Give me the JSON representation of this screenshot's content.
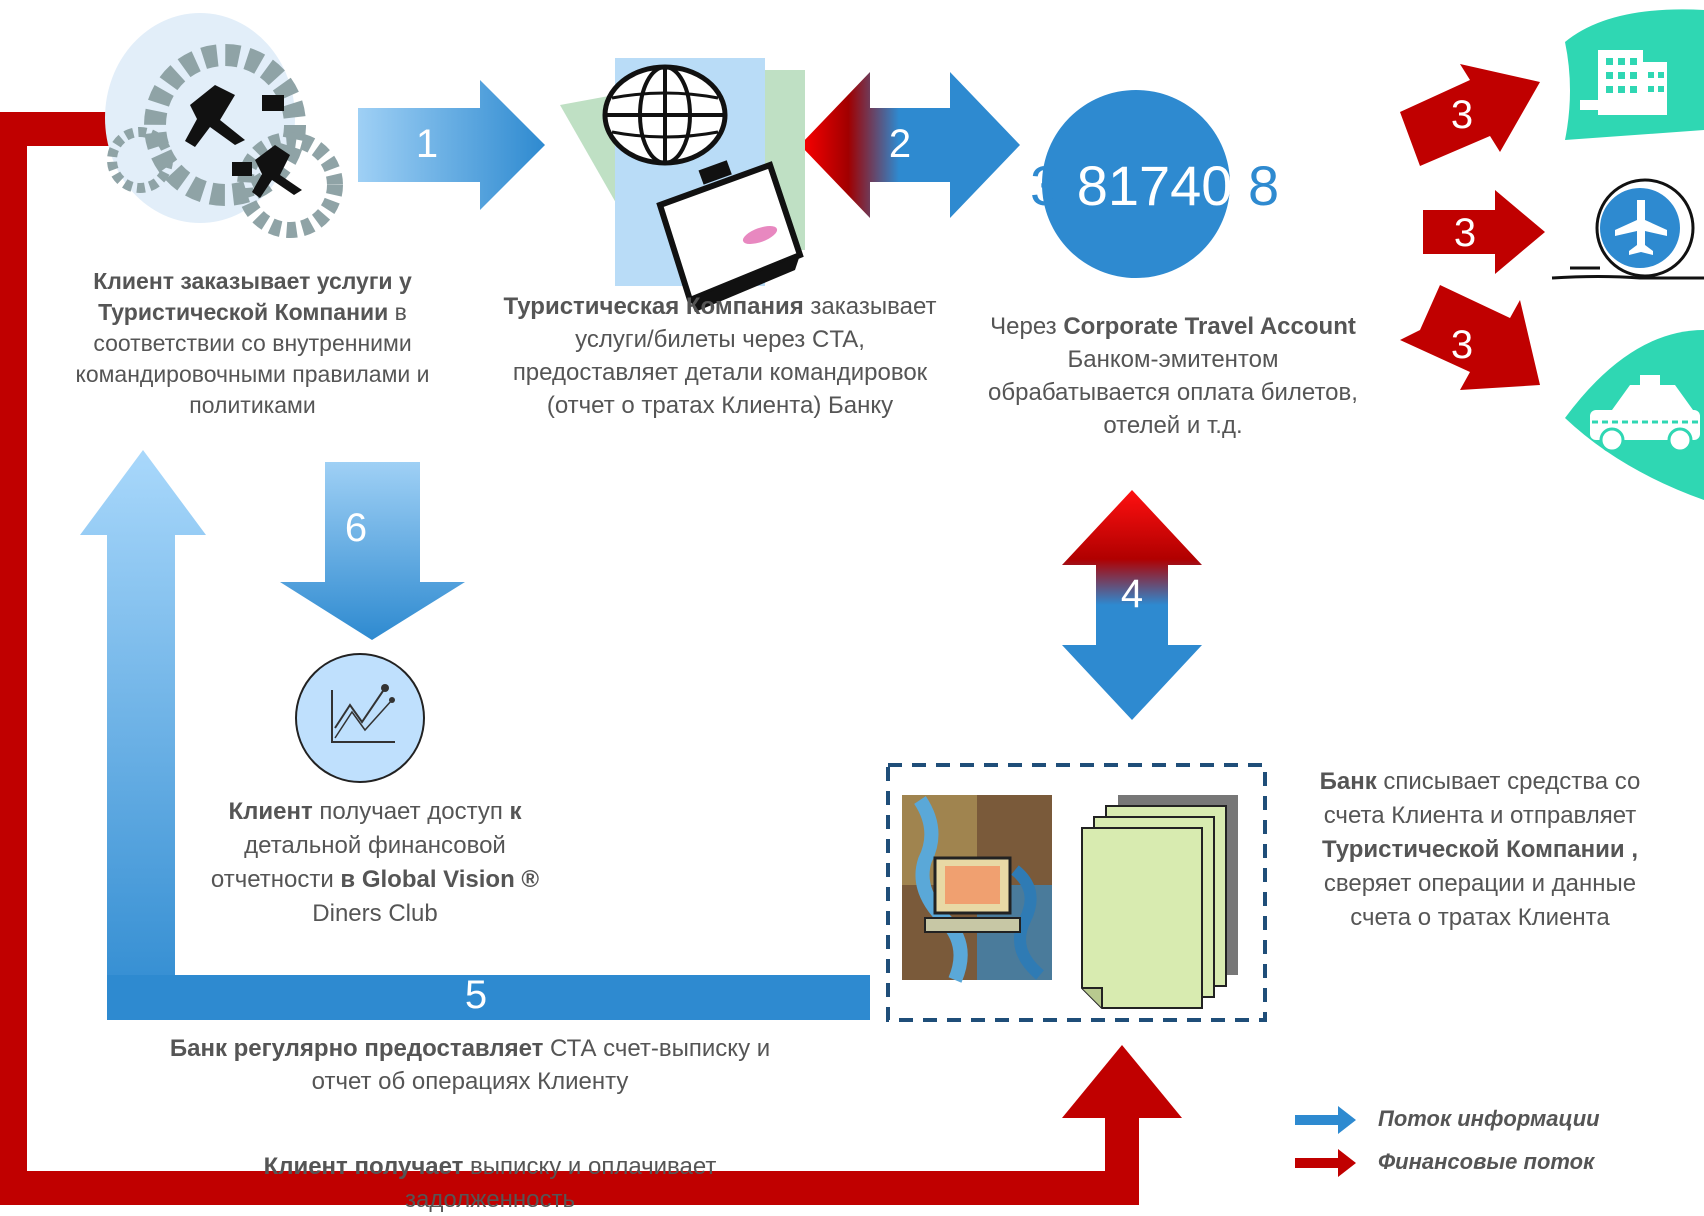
{
  "steps": {
    "s1": "1",
    "s2": "2",
    "s3a": "3",
    "s3b": "3",
    "s3c": "3",
    "s4": "4",
    "s5": "5",
    "s6": "6"
  },
  "bank_number": {
    "left": "3",
    "middle": "81740",
    "right": "8"
  },
  "client_block": {
    "bold1": "Клиент заказывает услуги у Туристической Компании",
    "rest": " в соответствии со внутренними командировочными правилами и политиками"
  },
  "tour_block": {
    "bold": "Туристическая Компания",
    "rest": " заказывает услуги/билеты через CTA, предоставляет детали командировок (отчет о тратах Клиента) Банку"
  },
  "cta_block": {
    "pre": "Через ",
    "bold": "Corporate Travel Account",
    "rest": " Банком-эмитентом обрабатывается оплата билетов, отелей и т.д."
  },
  "report_block": {
    "bold1": "Клиент",
    "mid1": " получает доступ ",
    "bold2": "к",
    "mid2": " детальной финансовой отчетности ",
    "bold3": "в Global Vision ®",
    "rest": "  Diners Club"
  },
  "bank_block": {
    "bold1": "Банк",
    "mid1": " списывает средства со счета Клиента и отправляет ",
    "bold2": "Туристической Компании ,",
    "rest": " сверяет операции и данные счета о тратах Клиента"
  },
  "statement_block": {
    "bold": "Банк регулярно предоставляет",
    "rest": " СТА счет-выписку и отчет об операциях Клиенту"
  },
  "payment_block": {
    "bold": "Клиент получает",
    "rest": " выписку и оплачивает задолженность"
  },
  "legend": {
    "info": "Поток информации",
    "finance": "Финансовые поток"
  },
  "colors": {
    "info_blue": "#2e8ad0",
    "finance_red": "#c00000",
    "service_teal": "#2fd7b3"
  }
}
